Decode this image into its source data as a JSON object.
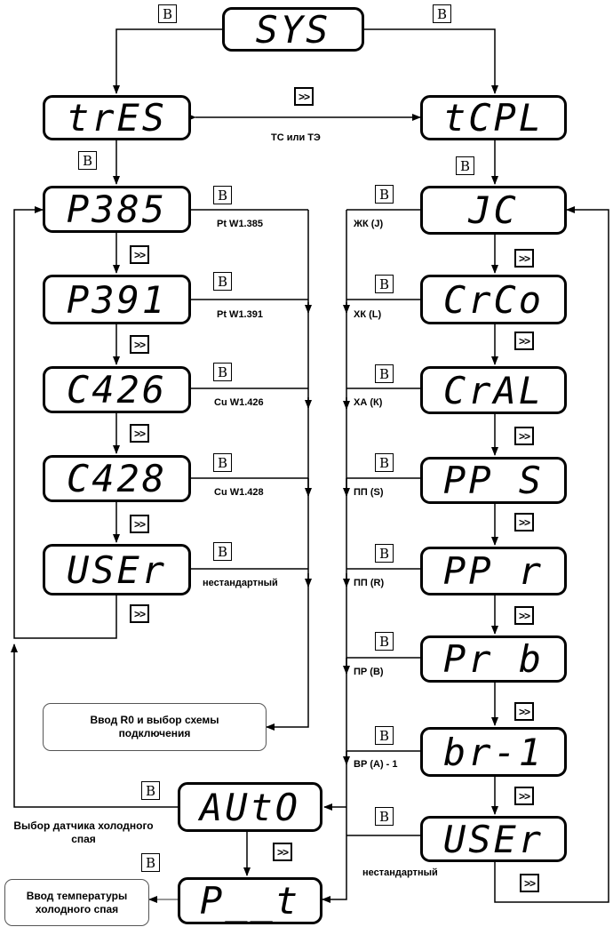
{
  "displays": {
    "sys": "SYS",
    "tres": "trES",
    "tcpl": "tCPL",
    "p385": "P385",
    "p391": "P391",
    "c426": "C426",
    "c428": "C428",
    "user_left": "USEr",
    "jc": "JC",
    "crco": "CrCo",
    "cral": "CrAL",
    "pps": "PP S",
    "ppr": "PP r",
    "prb": "Pr b",
    "br1": "br-1",
    "user_right": "USEr",
    "auto": "AUtO",
    "pt": "P__t"
  },
  "keys": {
    "b": "B",
    "next": ">>"
  },
  "labels": {
    "tc_or_te": "ТС или ТЭ",
    "pt385": "Pt W1.385",
    "pt391": "Pt W1.391",
    "cu426": "Cu W1.426",
    "cu428": "Cu W1.428",
    "nonstd_left": "нестандартный",
    "jk": "ЖК (J)",
    "hk": "ХК (L)",
    "ha": "ХА (К)",
    "pps": "ПП (S)",
    "ppr": "ПП (R)",
    "prb": "ПР (В)",
    "vra": "ВР (А) - 1",
    "nonstd_right": "нестандартный"
  },
  "notes": {
    "r0_input": "Ввод R0 и выбор схемы подключения",
    "cold_sensor": "Выбор датчика холодного спая",
    "cold_temp": "Ввод температуры холодного спая"
  },
  "colors": {
    "line": "#000000",
    "note_border": "#555555"
  }
}
